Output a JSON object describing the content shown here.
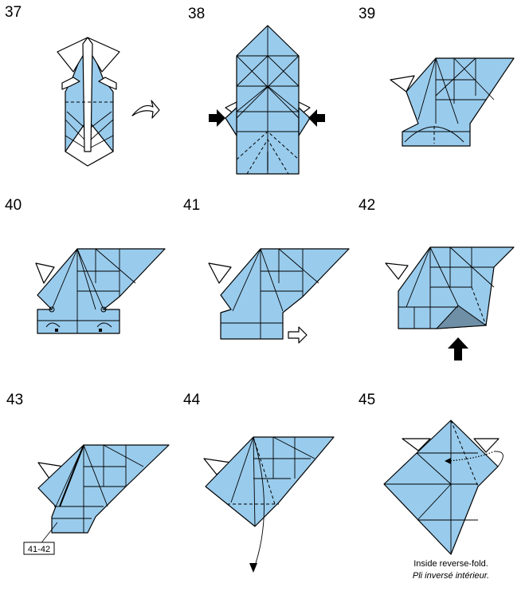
{
  "steps": [
    {
      "number": "37"
    },
    {
      "number": "38"
    },
    {
      "number": "39"
    },
    {
      "number": "40"
    },
    {
      "number": "41"
    },
    {
      "number": "42"
    },
    {
      "number": "43"
    },
    {
      "number": "44"
    },
    {
      "number": "45"
    }
  ],
  "step43": {
    "reference_label": "41-42"
  },
  "step45": {
    "caption_en": "Inside reverse-fold.",
    "caption_fr": "Pli inversé intérieur."
  },
  "colors": {
    "paper": "#99cbec",
    "shade": "#6e8fa6"
  }
}
